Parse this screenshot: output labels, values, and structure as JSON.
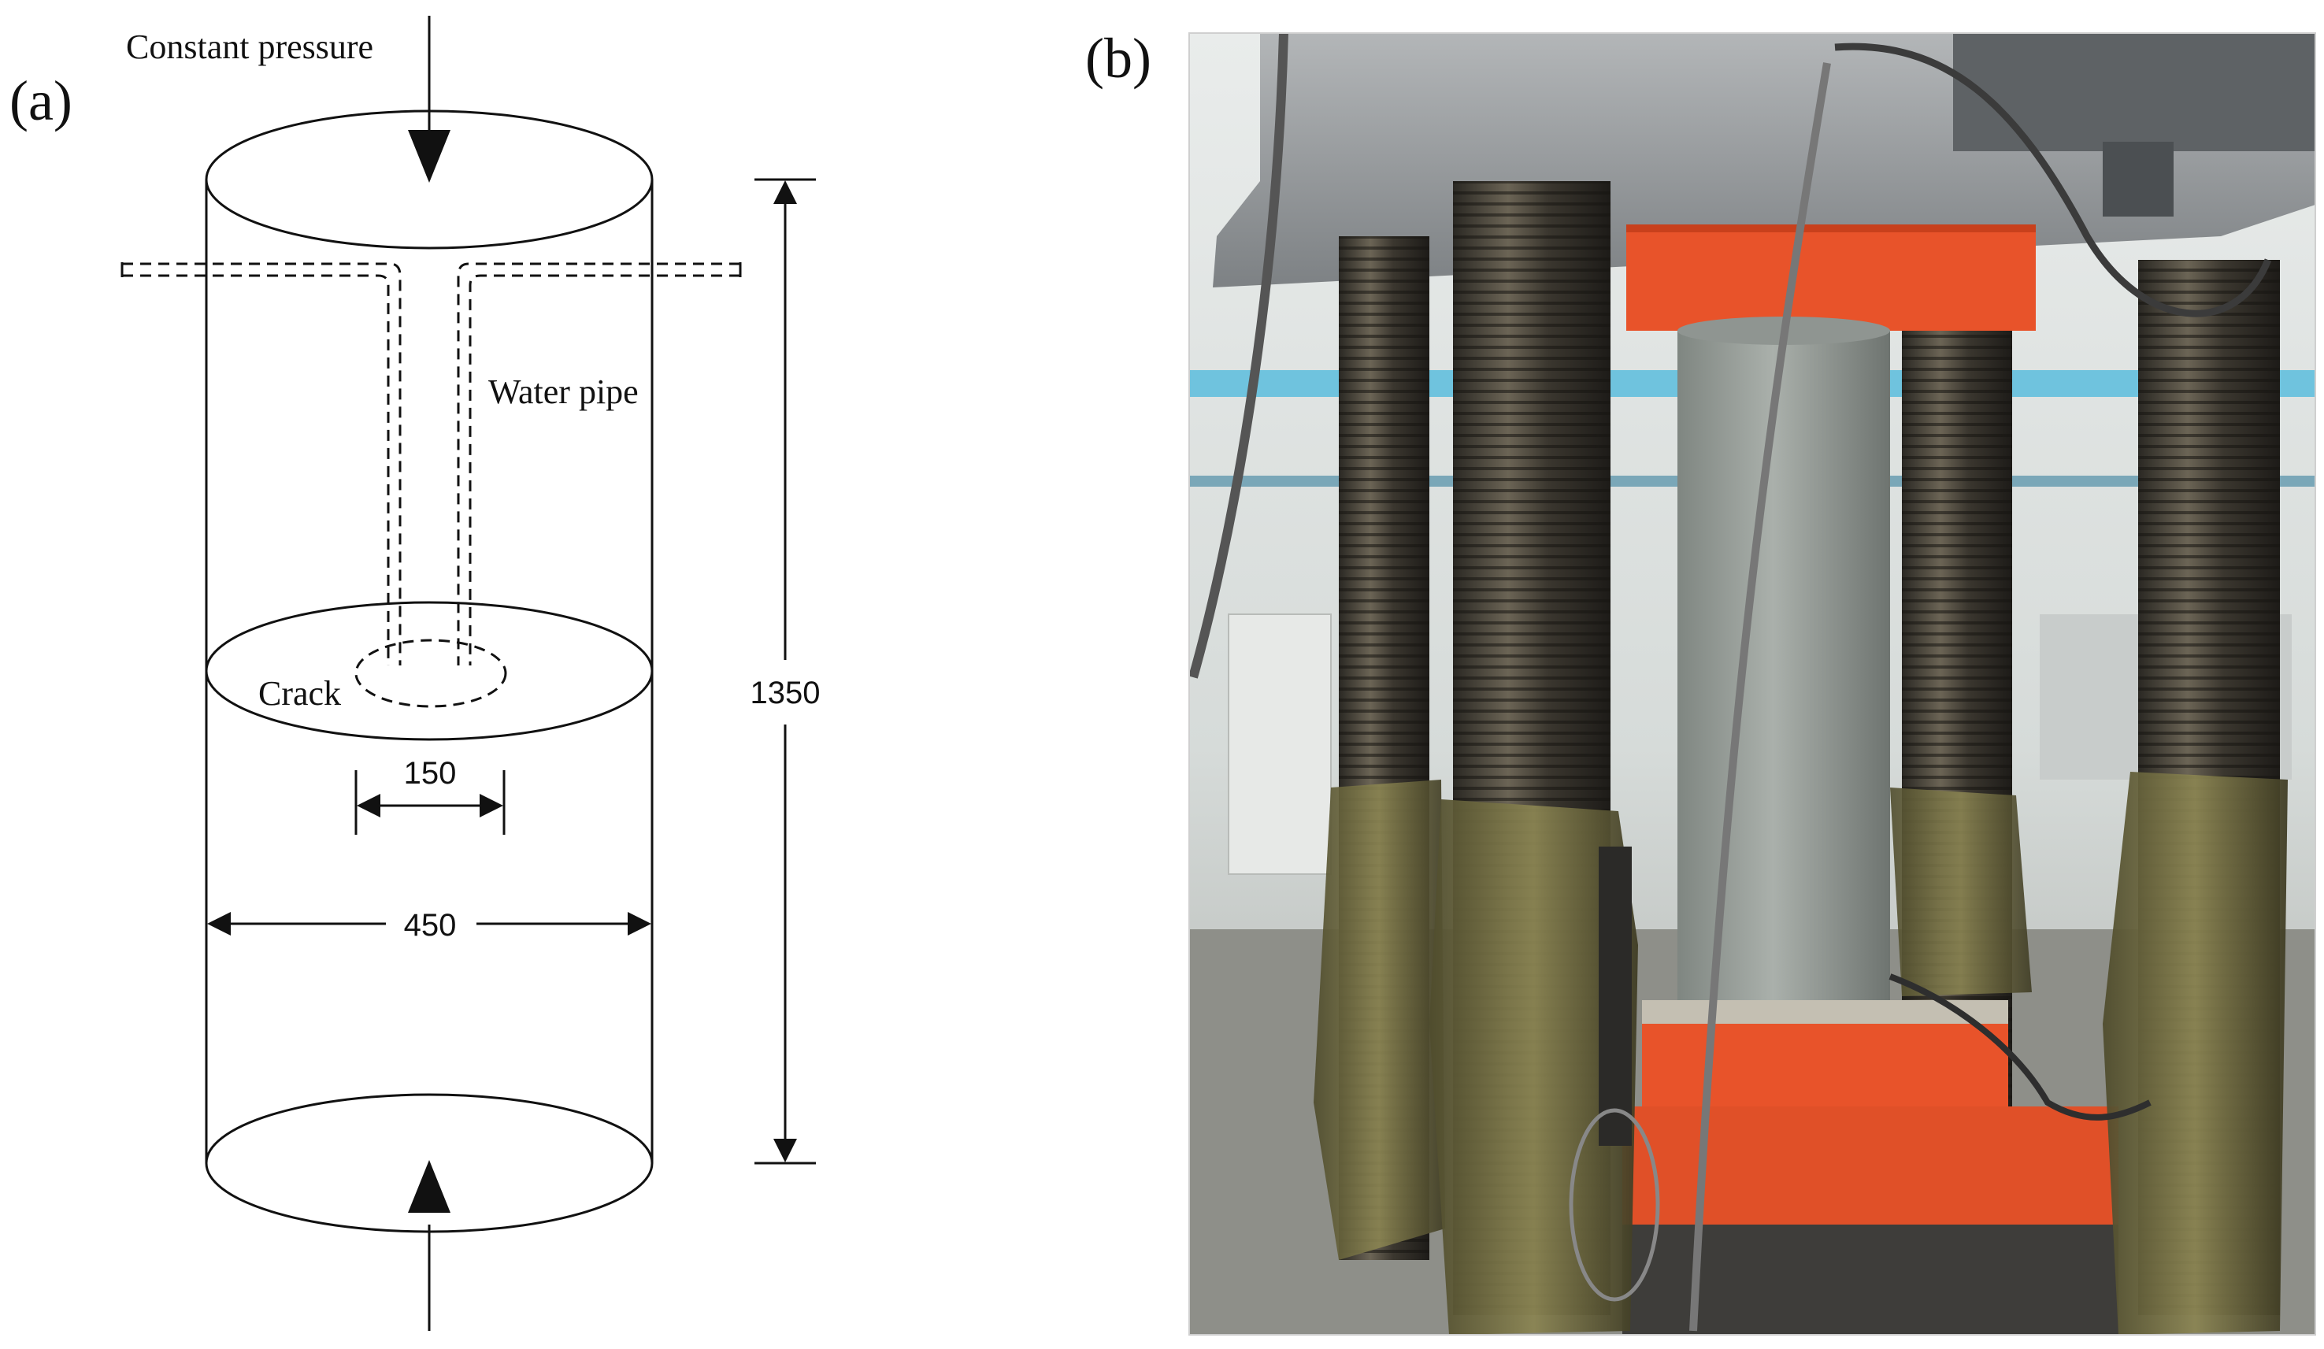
{
  "panels": {
    "a": {
      "label": "(a)",
      "constant_pressure_label": "Constant pressure",
      "water_pipe_label": "Water pipe",
      "crack_label": "Crack",
      "dimension_height": "1350",
      "dimension_crack_width": "150",
      "dimension_diameter": "450"
    },
    "b": {
      "label": "(b)"
    }
  },
  "colors": {
    "ink": "#111111",
    "press_orange": "#e8532a",
    "press_grey": "#8a8c8e",
    "concrete": "#9da39e",
    "thread_dark": "#3d3a33",
    "wrap_olive": "#6e6a3c",
    "background_hall": "#dfe3e2"
  }
}
